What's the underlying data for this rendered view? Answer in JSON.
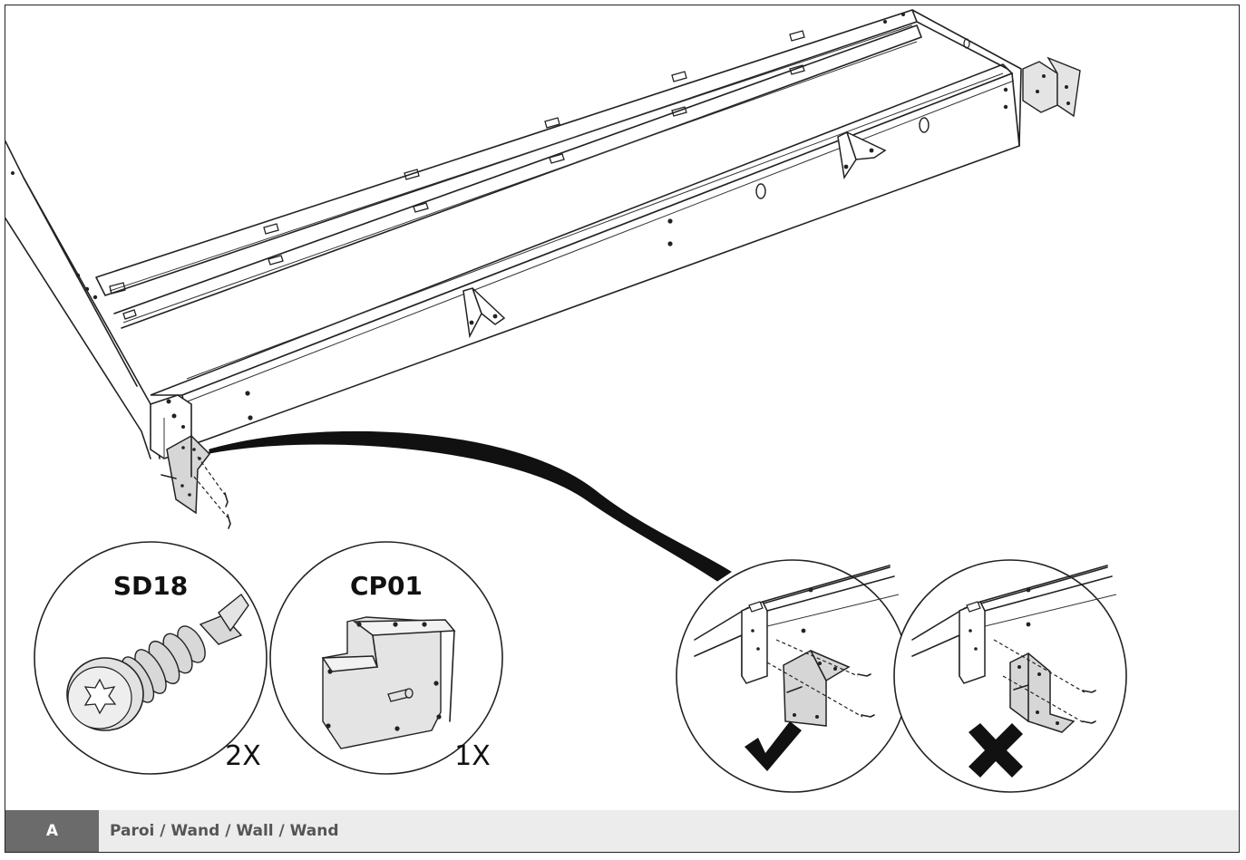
{
  "parts": [
    {
      "code": "SD18",
      "quantity": "2X",
      "icon": "screw-icon"
    },
    {
      "code": "CP01",
      "quantity": "1X",
      "icon": "corner-plate-icon"
    }
  ],
  "orientation_checks": {
    "correct_icon": "checkmark-icon",
    "wrong_icon": "cross-icon"
  },
  "footer": {
    "step": "A",
    "title": "Paroi / Wand / Wall / Wand"
  },
  "colors": {
    "step_box": "#6b6b6b",
    "title_bar": "#ececec",
    "title_text": "#555555"
  }
}
